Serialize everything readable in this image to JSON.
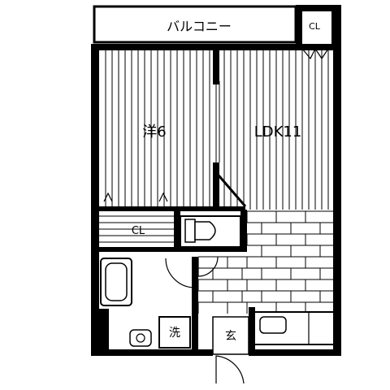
{
  "plan": {
    "rooms": {
      "balcony": "バルコニー",
      "closet_top_right": "CL",
      "western_room": "洋6",
      "ldk": "LDK11",
      "closet": "CL",
      "washroom": "洗",
      "entrance": "玄"
    },
    "colors": {
      "wall": "#000000",
      "background": "#ffffff"
    }
  }
}
